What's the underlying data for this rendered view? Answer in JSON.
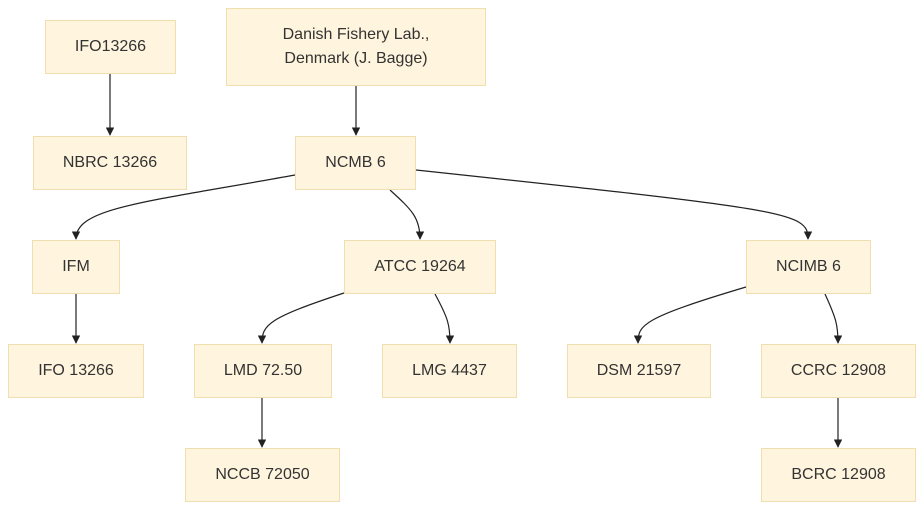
{
  "nodes": {
    "ifo13266_top": {
      "label": "IFO13266"
    },
    "danish": {
      "line1": "Danish Fishery Lab.,",
      "line2": "Denmark (J. Bagge)"
    },
    "nbrc": {
      "label": "NBRC 13266"
    },
    "ncmb": {
      "label": "NCMB 6"
    },
    "ifm": {
      "label": "IFM"
    },
    "atcc": {
      "label": "ATCC 19264"
    },
    "ncimb": {
      "label": "NCIMB 6"
    },
    "ifo13266": {
      "label": "IFO 13266"
    },
    "lmd": {
      "label": "LMD 72.50"
    },
    "lmg": {
      "label": "LMG 4437"
    },
    "dsm": {
      "label": "DSM 21597"
    },
    "ccrc": {
      "label": "CCRC 12908"
    },
    "nccb": {
      "label": "NCCB 72050"
    },
    "bcrc": {
      "label": "BCRC 12908"
    }
  },
  "edges": [
    {
      "from": "IFO13266",
      "to": "NBRC 13266"
    },
    {
      "from": "Danish Fishery Lab., Denmark (J. Bagge)",
      "to": "NCMB 6"
    },
    {
      "from": "NCMB 6",
      "to": "IFM"
    },
    {
      "from": "NCMB 6",
      "to": "ATCC 19264"
    },
    {
      "from": "NCMB 6",
      "to": "NCIMB 6"
    },
    {
      "from": "IFM",
      "to": "IFO 13266"
    },
    {
      "from": "ATCC 19264",
      "to": "LMD 72.50"
    },
    {
      "from": "ATCC 19264",
      "to": "LMG 4437"
    },
    {
      "from": "NCIMB 6",
      "to": "DSM 21597"
    },
    {
      "from": "NCIMB 6",
      "to": "CCRC 12908"
    },
    {
      "from": "LMD 72.50",
      "to": "NCCB 72050"
    },
    {
      "from": "CCRC 12908",
      "to": "BCRC 12908"
    }
  ]
}
